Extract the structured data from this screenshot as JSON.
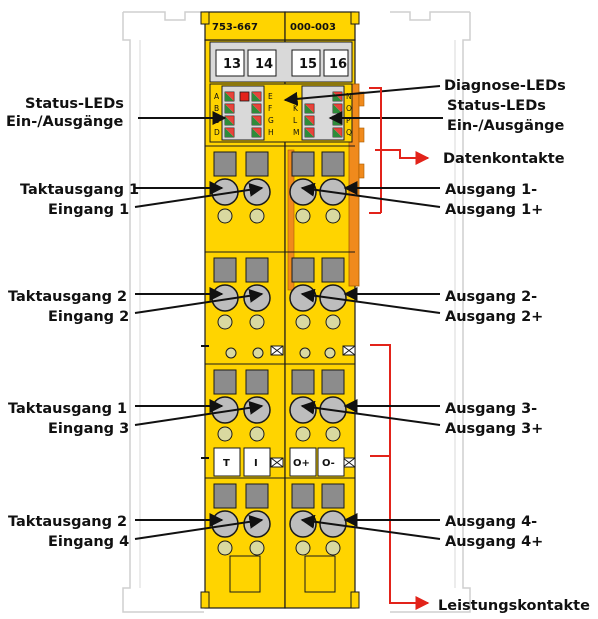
{
  "module": {
    "article_left": "753-667",
    "article_right": "000-003",
    "terminal_numbers": [
      "13",
      "14",
      "15",
      "16"
    ],
    "led_letters_left_col1": [
      "A",
      "B",
      "C",
      "D"
    ],
    "led_letters_left_col2": [
      "E",
      "F",
      "G",
      "H"
    ],
    "led_letters_right_col1": [
      "K",
      "L",
      "M"
    ],
    "led_letters_right_col2": [
      "N",
      "O",
      "P",
      "Q"
    ],
    "slot_labels": [
      "T",
      "I",
      "O+",
      "O-"
    ]
  },
  "labels_left": {
    "status_leds_line1": "Status-LEDs",
    "status_leds_line2": "Ein-/Ausgänge",
    "group1_line1": "Taktausgang 1",
    "group1_line2": "Eingang 1",
    "group2_line1": "Taktausgang 2",
    "group2_line2": "Eingang 2",
    "group3_line1": "Taktausgang 1",
    "group3_line2": "Eingang 3",
    "group4_line1": "Taktausgang 2",
    "group4_line2": "Eingang 4"
  },
  "labels_right": {
    "diagnose_leds": "Diagnose-LEDs",
    "status_leds_line1": "Status-LEDs",
    "status_leds_line2": "Ein-/Ausgänge",
    "datenkontakte": "Datenkontakte",
    "out1_minus": "Ausgang 1-",
    "out1_plus": "Ausgang 1+",
    "out2_minus": "Ausgang 2-",
    "out2_plus": "Ausgang 2+",
    "out3_minus": "Ausgang 3-",
    "out3_plus": "Ausgang 3+",
    "out4_minus": "Ausgang 4-",
    "out4_plus": "Ausgang 4+",
    "leistungskontakte": "Leistungskontakte"
  },
  "colors": {
    "module_yellow": "#ffd400",
    "outline": "#1a1a1a",
    "frame_gray": "#d9d9d9",
    "orange": "#f08a1c",
    "red_arrow": "#e2231a",
    "led_red": "#e2231a",
    "led_green": "#2e8b3a",
    "terminal_gray": "#8c8c8c"
  }
}
